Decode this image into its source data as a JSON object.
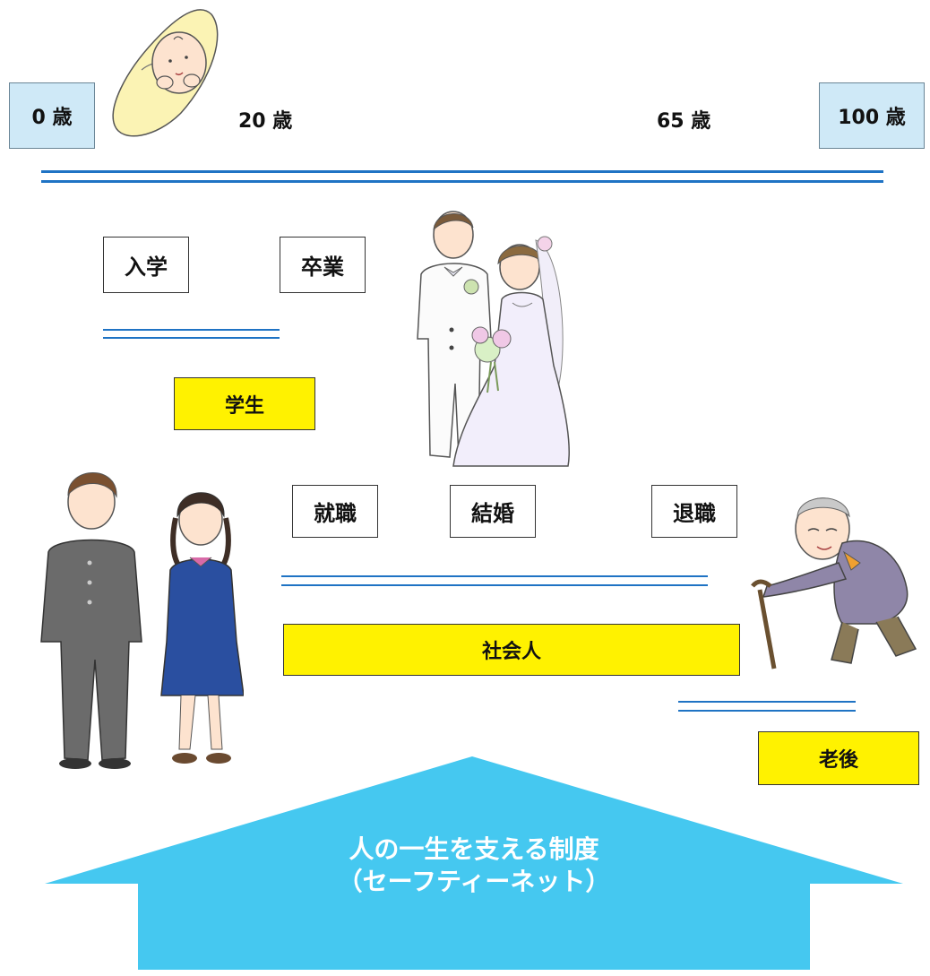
{
  "ages": {
    "age0": "0 歳",
    "age20": "20 歳",
    "age65": "65 歳",
    "age100": "100 歳"
  },
  "events": {
    "enroll": "入学",
    "graduate": "卒業",
    "employment": "就職",
    "marriage": "結婚",
    "retirement": "退職"
  },
  "stages": {
    "student": "学生",
    "working": "社会人",
    "retired": "老後"
  },
  "arrow": {
    "line1": "人の一生を支える制度",
    "line2": "（セーフティーネット）"
  },
  "colors": {
    "line_blue": "#1f73c4",
    "age_box_bg": "#cfe9f7",
    "stage_yellow": "#fff200",
    "arrow_blue": "#45c8f0"
  },
  "illustrations": [
    "baby-illustration",
    "wedding-couple-illustration",
    "students-illustration",
    "elderly-man-illustration"
  ]
}
